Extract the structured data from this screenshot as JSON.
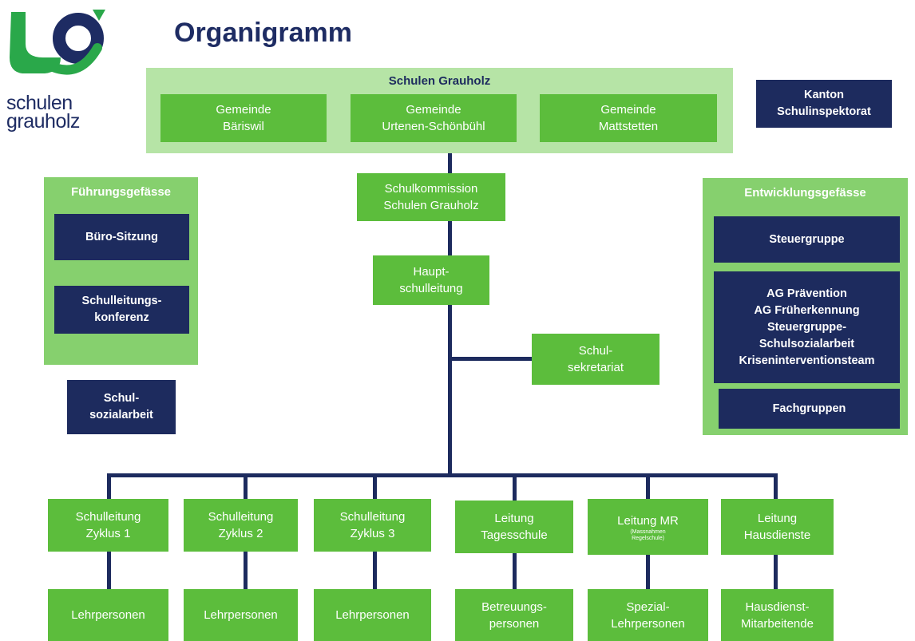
{
  "header": {
    "title": "Organigramm",
    "logo_line1": "schulen",
    "logo_line2": "grauholz"
  },
  "colors": {
    "green": "#5cbd3c",
    "light_green": "#8fd275",
    "navy": "#1d2b5e",
    "logo_green": "#2aa84a",
    "logo_blue": "#1e2c63"
  },
  "top": {
    "group_title": "Schulen Grauholz",
    "gemeinden": [
      "Gemeinde\nBäriswil",
      "Gemeinde\nUrtenen-Schönbühl",
      "Gemeinde\nMattstetten"
    ],
    "kanton": "Kanton\nSchulinspektorat"
  },
  "center": {
    "schulkommission": "Schulkommission\nSchulen Grauholz",
    "hauptschulleitung": "Haupt-\nschulleitung",
    "sekretariat": "Schul-\nsekretariat"
  },
  "fuehrung": {
    "title": "Führungsgefässe",
    "items": [
      "Büro-Sitzung",
      "Schulleitungs-\nkonferenz"
    ]
  },
  "sozialarbeit": "Schul-\nsozialarbeit",
  "entwicklung": {
    "title": "Entwicklungsgefässe",
    "items": [
      "Steuergruppe",
      "AG Prävention\nAG Früherkennung\nSteuergruppe-\nSchulsozialarbeit\nKriseninterventionsteam",
      "Fachgruppen"
    ]
  },
  "leitungen": [
    "Schulleitung\nZyklus 1",
    "Schulleitung\nZyklus 2",
    "Schulleitung\nZyklus 3",
    "Leitung\nTagesschule",
    "Leitung MR",
    "Leitung\nHausdienste"
  ],
  "leitung_mr_note": "(Massnahmen\nRegelschule)",
  "personal": [
    "Lehrpersonen",
    "Lehrpersonen",
    "Lehrpersonen",
    "Betreuungs-\npersonen",
    "Spezial-\nLehrpersonen",
    "Hausdienst-\nMitarbeitende"
  ]
}
